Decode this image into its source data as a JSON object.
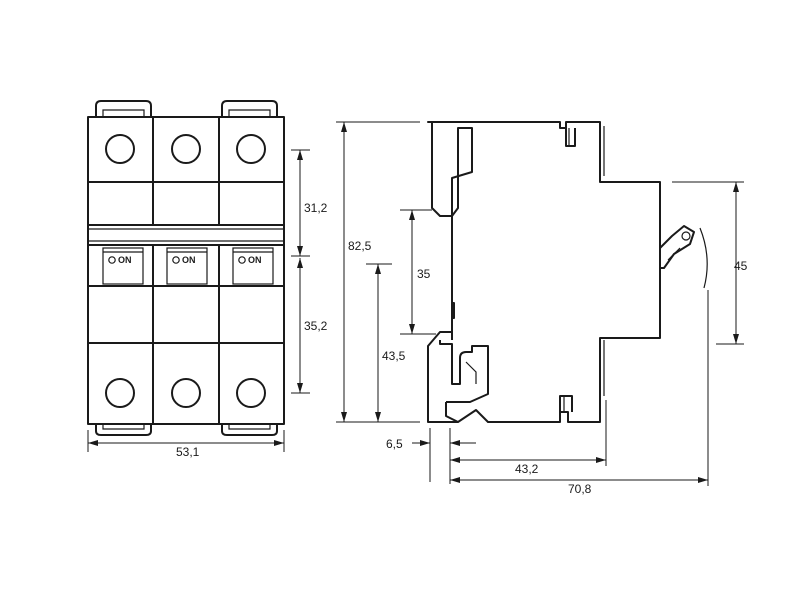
{
  "front_view": {
    "poles": [
      {
        "switch_label": "ON"
      },
      {
        "switch_label": "ON"
      },
      {
        "switch_label": "ON"
      }
    ]
  },
  "dimensions": {
    "front_width": "53,1",
    "upper_section": "31,2",
    "lower_section": "35,2",
    "total_height": "82,5",
    "rail_clip": "35",
    "rail_to_bottom": "43,5",
    "side_front_height": "45",
    "clip_offset": "6,5",
    "side_depth_mid": "43,2",
    "side_depth_total": "70,8"
  }
}
